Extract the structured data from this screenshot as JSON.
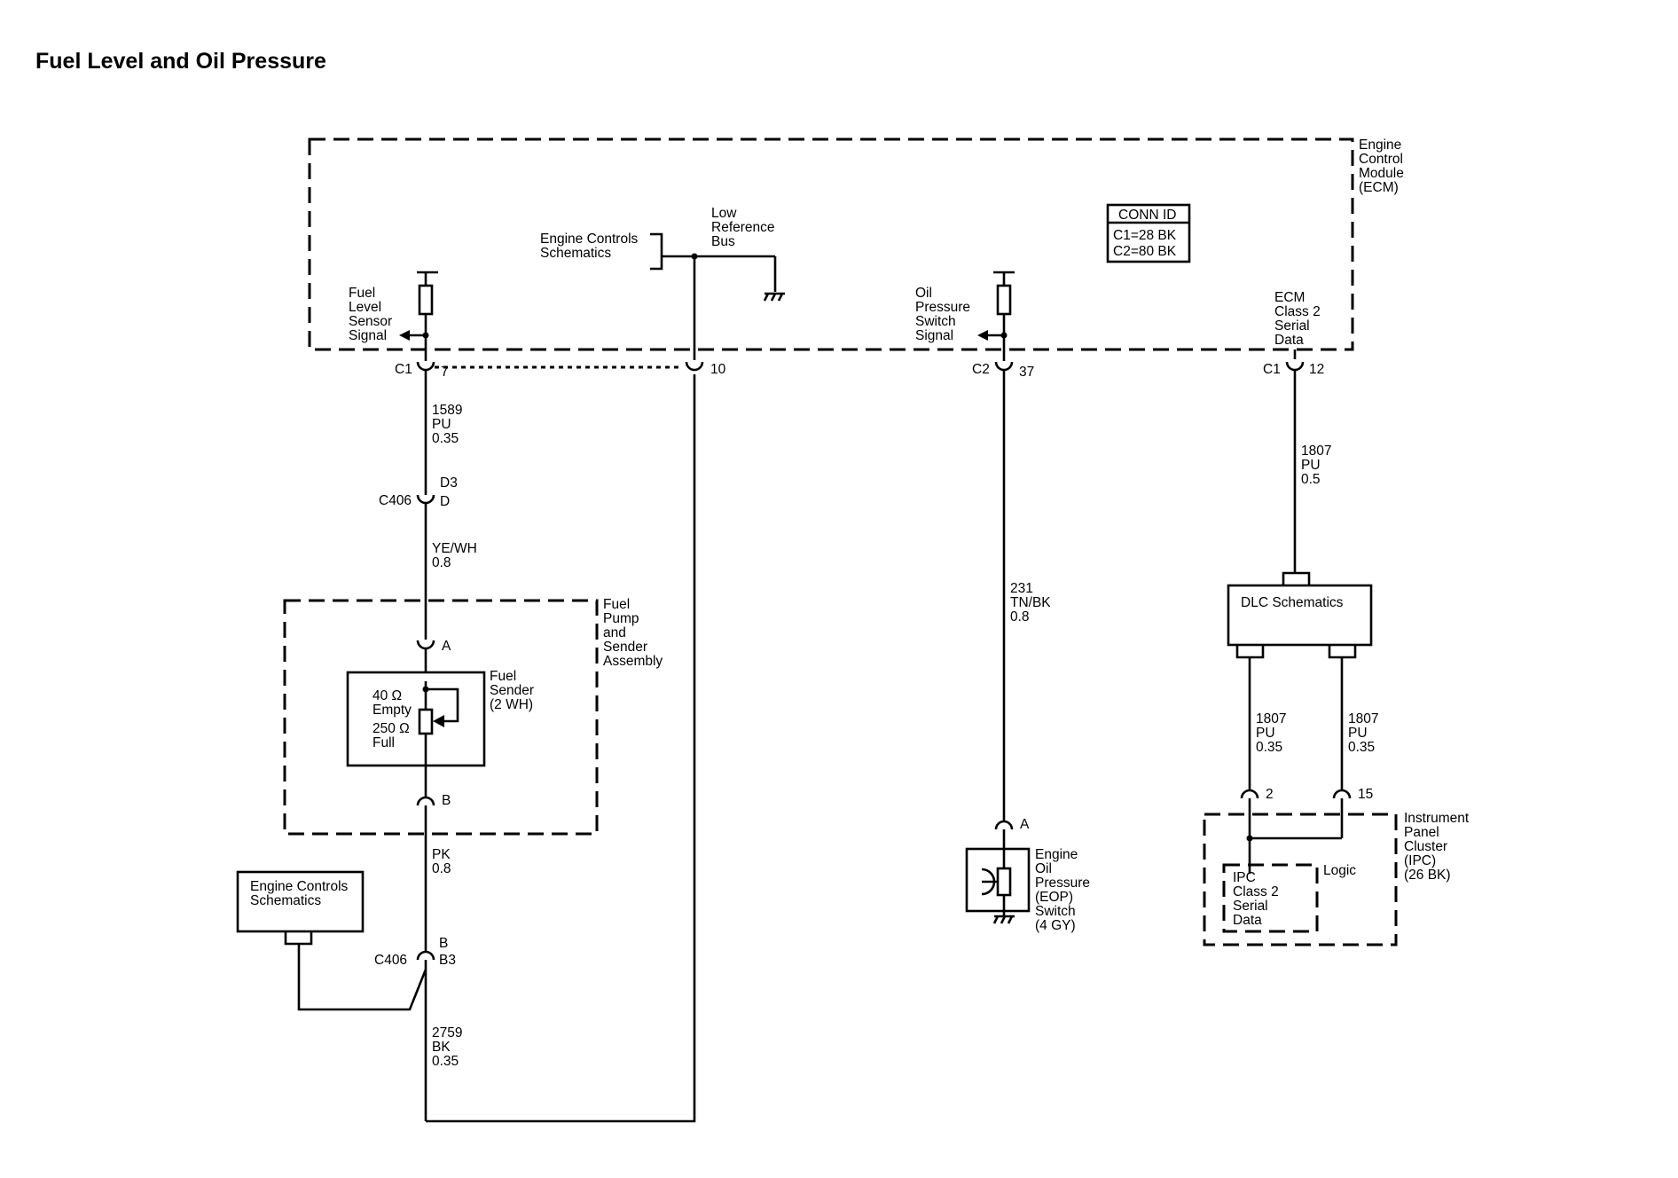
{
  "title": "Fuel Level and Oil Pressure",
  "ecm": {
    "label": [
      "Engine",
      "Control",
      "Module",
      "(ECM)"
    ],
    "conn_id_header": "CONN ID",
    "conn_id_rows": [
      "C1=28 BK",
      "C2=80 BK"
    ],
    "fuel_level_sensor_signal": [
      "Fuel",
      "Level",
      "Sensor",
      "Signal"
    ],
    "engine_controls_schematics": [
      "Engine Controls",
      "Schematics"
    ],
    "low_reference_bus": [
      "Low",
      "Reference",
      "Bus"
    ],
    "oil_pressure_switch_signal": [
      "Oil",
      "Pressure",
      "Switch",
      "Signal"
    ],
    "class2_serial_data": [
      "ECM",
      "Class 2",
      "Serial",
      "Data"
    ]
  },
  "connectors": {
    "c1_7": {
      "name": "C1",
      "pin": "7"
    },
    "pin_10": {
      "pin": "10"
    },
    "c2_37": {
      "name": "C2",
      "pin": "37"
    },
    "c1_12": {
      "name": "C1",
      "pin": "12"
    },
    "c406_top": {
      "name": "C406",
      "pin_top": "D3",
      "pin_bottom": "D"
    },
    "c406_bottom": {
      "name": "C406",
      "pin_top": "B",
      "pin_bottom": "B3"
    },
    "fuel_pump_a": "A",
    "fuel_pump_b": "B",
    "eop_a": "A",
    "ipc_2": "2",
    "ipc_15": "15"
  },
  "wires": {
    "w1589": [
      "1589",
      "PU",
      "0.35"
    ],
    "yewh": [
      "YE/WH",
      "0.8"
    ],
    "pk": [
      "PK",
      "0.8"
    ],
    "w2759": [
      "2759",
      "BK",
      "0.35"
    ],
    "w231": [
      "231",
      "TN/BK",
      "0.8"
    ],
    "w1807_top": [
      "1807",
      "PU",
      "0.5"
    ],
    "w1807_left": [
      "1807",
      "PU",
      "0.35"
    ],
    "w1807_right": [
      "1807",
      "PU",
      "0.35"
    ]
  },
  "fuel_pump": {
    "label": [
      "Fuel",
      "Pump",
      "and",
      "Sender",
      "Assembly"
    ],
    "sender_label": [
      "Fuel",
      "Sender",
      "(2 WH)"
    ],
    "empty": [
      "40 Ω",
      "Empty"
    ],
    "full": [
      "250 Ω",
      "Full"
    ]
  },
  "engine_controls_box": [
    "Engine Controls",
    "Schematics"
  ],
  "eop": [
    "Engine",
    "Oil",
    "Pressure",
    "(EOP)",
    "Switch",
    "(4 GY)"
  ],
  "dlc": "DLC Schematics",
  "ipc": {
    "label": [
      "Instrument",
      "Panel",
      "Cluster",
      "(IPC)",
      "(26 BK)"
    ],
    "logic": "Logic",
    "serial": [
      "IPC",
      "Class 2",
      "Serial",
      "Data"
    ]
  }
}
